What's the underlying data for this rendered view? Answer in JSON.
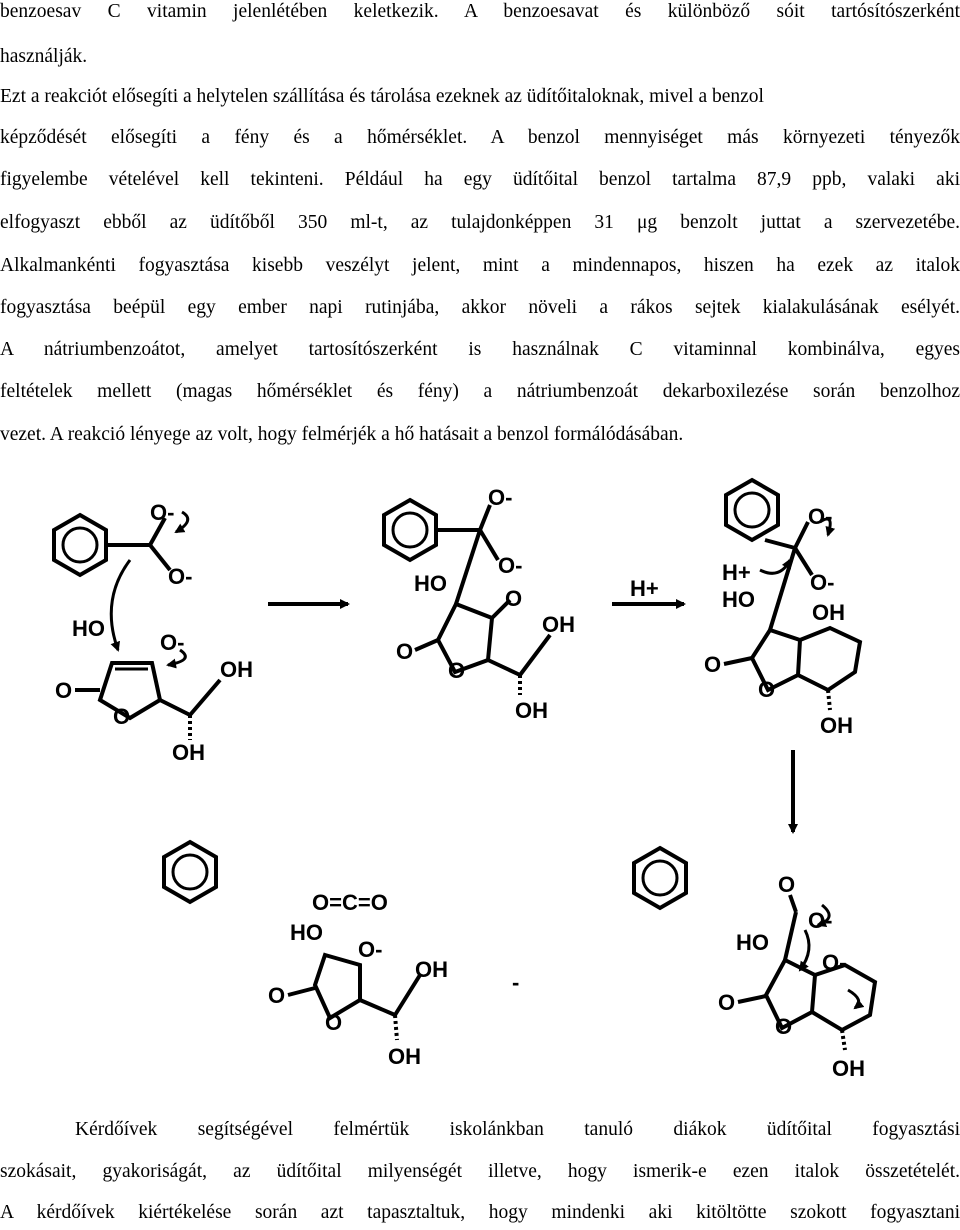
{
  "text_top": {
    "lines": [
      "benzoesav C vitamin jelenlétében keletkezik. A benzoesavat és különböző sóit tartósítószerként",
      "használják.",
      "Ezt a reakciót elősegíti a helytelen szállítása és tárolása ezeknek az üdítőitaloknak, mivel a benzol",
      "képződését elősegíti a fény és a hőmérséklet. A benzol mennyiséget más környezeti tényezők",
      "figyelembe vételével kell tekinteni. Például ha egy üdítőital benzol tartalma 87,9 ppb, valaki aki",
      "elfogyaszt ebből az üdítőből 350 ml-t, az tulajdonképpen 31 μg benzolt juttat a szervezetébe.",
      "Alkalmankénti fogyasztása kisebb veszélyt jelent, mint a mindennapos, hiszen ha ezek az italok",
      "fogyasztása beépül egy ember napi rutinjába, akkor növeli a rákos sejtek kialakulásának esélyét.",
      "A nátriumbenzoátot, amelyet tartosítószerként is használnak C vitaminnal kombinálva, egyes",
      "feltételek mellett (magas hőmérséklet és fény) a nátriumbenzoát dekarboxilezése során benzolhoz",
      "vezet. A reakció lényege az volt, hogy felmérjék a hő hatásait a benzol formálódásában."
    ]
  },
  "scheme": {
    "labels": {
      "o_minus": "O-",
      "ho": "HO",
      "oh": "OH",
      "o": "O",
      "h_plus": "H+",
      "h_plus_short": "H",
      "co2": "O=C=O",
      "dash": "-"
    }
  },
  "text_bottom": {
    "lines": [
      "Kérdőívek segítségével felmértük iskolánkban tanuló diákok üdítőital fogyasztási",
      "szokásait, gyakoriságát, az üdítőital milyenségét illetve, hogy ismerik-e ezen italok összetételét.",
      "A kérdőívek kiértékelése során azt tapasztaltuk, hogy mindenki aki kitöltötte szokott fogyasztani"
    ]
  }
}
